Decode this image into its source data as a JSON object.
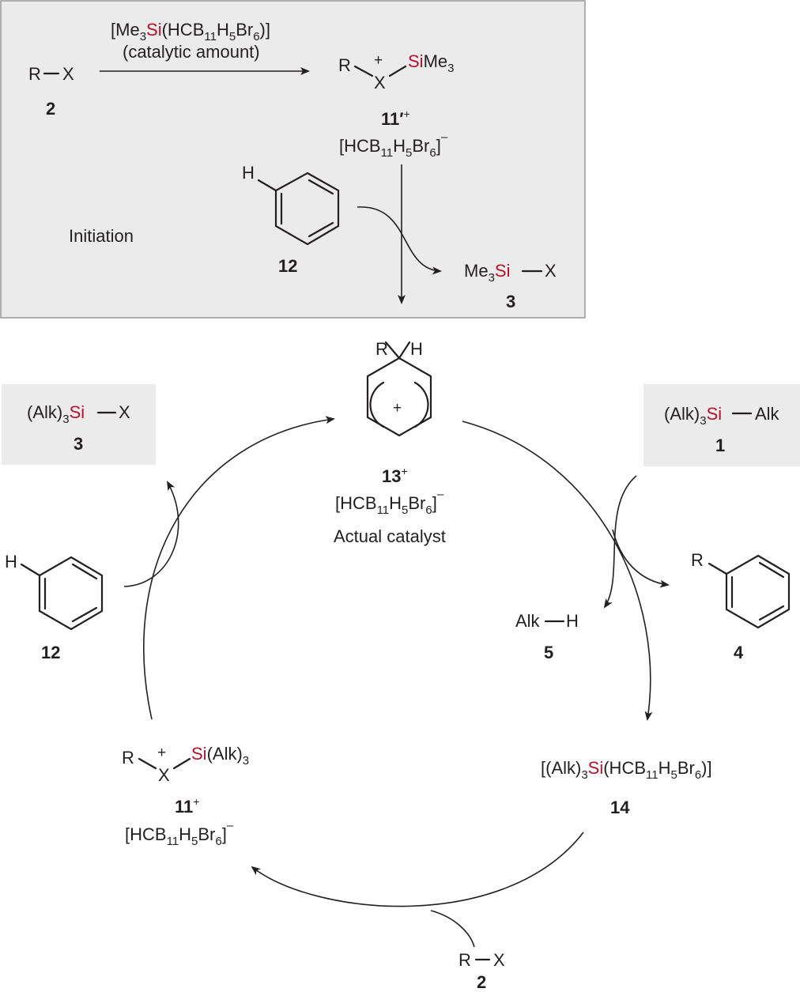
{
  "colors": {
    "background": "#ffffff",
    "panel_fill": "#ebebeb",
    "panel_stroke": "#9d9d9d",
    "ink": "#231f20",
    "silicon": "#b5122d",
    "halogen": "#12a56f"
  },
  "initiation": {
    "label": "Initiation",
    "reagent": {
      "open": "[Me",
      "sub1": "3",
      "si": "Si",
      "mid": "(HCB",
      "sub2": "11",
      "h": "H",
      "sub3": "5",
      "br": "Br",
      "sub4": "6",
      "close": ")]"
    },
    "condition": "(catalytic amount)",
    "substrate": {
      "r": "R",
      "x": "X",
      "number": "2"
    },
    "cation": {
      "r": "R",
      "plus": "+",
      "x": "X",
      "si": "Si",
      "me": "Me",
      "sub": "3",
      "number": "11′",
      "sup": "+"
    },
    "anion": {
      "open": "[HCB",
      "sub1": "11",
      "h": "H",
      "sub2": "5",
      "br": "Br",
      "sub3": "6",
      "close": "]",
      "sup": "–"
    },
    "benzene": {
      "h": "H",
      "number": "12"
    },
    "product": {
      "me": "Me",
      "sub": "3",
      "si": "Si",
      "x": "X",
      "number": "3"
    }
  },
  "cycle": {
    "catalyst": {
      "r": "R",
      "h": "H",
      "plus": "+",
      "number": "13",
      "sup": "+",
      "anion": {
        "open": "[HCB",
        "sub1": "11",
        "h": "H",
        "sub2": "5",
        "br": "Br",
        "sub3": "6",
        "close": "]",
        "sup": "–"
      },
      "caption": "Actual catalyst"
    },
    "product_silyl": {
      "open": "(Alk)",
      "sub": "3",
      "si": "Si",
      "x": "X",
      "number": "3"
    },
    "reagent_silane": {
      "open": "(Alk)",
      "sub": "3",
      "si": "Si",
      "alk": "Alk",
      "number": "1"
    },
    "benzene": {
      "h": "H",
      "number": "12"
    },
    "alkane": {
      "alk": "Alk",
      "h": "H",
      "number": "5"
    },
    "arene": {
      "r": "R",
      "number": "4"
    },
    "silylium": {
      "open": "[(Alk)",
      "sub1": "3",
      "si": "Si",
      "mid": "(HCB",
      "sub2": "11",
      "h": "H",
      "sub3": "5",
      "br": "Br",
      "sub4": "6",
      "close": ")]",
      "number": "14"
    },
    "cation": {
      "r": "R",
      "plus": "+",
      "x": "X",
      "si": "Si",
      "alk": "(Alk)",
      "sub": "3",
      "number": "11",
      "sup": "+",
      "anion": {
        "open": "[HCB",
        "sub1": "11",
        "h": "H",
        "sub2": "5",
        "br": "Br",
        "sub3": "6",
        "close": "]",
        "sup": "–"
      }
    },
    "substrate": {
      "r": "R",
      "x": "X",
      "number": "2"
    }
  }
}
